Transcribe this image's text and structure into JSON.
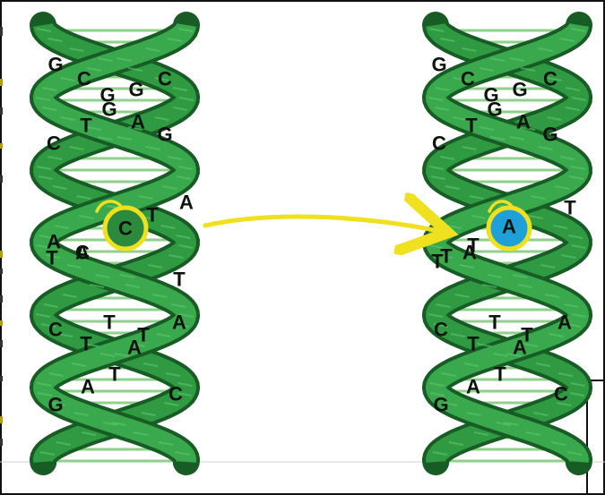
{
  "colors": {
    "background": "#ffffff",
    "frame_border": "#111111",
    "ribbon_dark": "#1c6b2c",
    "ribbon_mid": "#2f9a42",
    "ribbon_light": "#4dbb5c",
    "rung": "#8fd08a",
    "letter": "#0d130c",
    "highlight_ring": "#efe020",
    "arrow": "#efe020",
    "mutated_fill": "#1fa0d8"
  },
  "left_helix": {
    "label": "original-dna",
    "bases": [
      {
        "letter": "G"
      },
      {
        "letter": "C"
      },
      {
        "letter": "G"
      },
      {
        "letter": "G"
      },
      {
        "letter": "C"
      },
      {
        "letter": "C"
      },
      {
        "letter": "T"
      },
      {
        "letter": "G"
      },
      {
        "letter": "A"
      },
      {
        "letter": "G"
      },
      {
        "letter": "A"
      },
      {
        "letter": "C"
      },
      {
        "letter": "T"
      },
      {
        "letter": "A"
      },
      {
        "letter": "T"
      },
      {
        "letter": "A"
      },
      {
        "letter": "T"
      },
      {
        "letter": "C"
      },
      {
        "letter": "T"
      },
      {
        "letter": "A"
      },
      {
        "letter": "T"
      },
      {
        "letter": "T"
      },
      {
        "letter": "A"
      },
      {
        "letter": "G"
      },
      {
        "letter": "A"
      },
      {
        "letter": "T"
      },
      {
        "letter": "C"
      }
    ],
    "highlighted_letter": "C"
  },
  "right_helix": {
    "label": "mutated-dna",
    "bases": [
      {
        "letter": "G"
      },
      {
        "letter": "C"
      },
      {
        "letter": "G"
      },
      {
        "letter": "G"
      },
      {
        "letter": "C"
      },
      {
        "letter": "C"
      },
      {
        "letter": "T"
      },
      {
        "letter": "G"
      },
      {
        "letter": "A"
      },
      {
        "letter": "G"
      },
      {
        "letter": "T"
      },
      {
        "letter": "T"
      },
      {
        "letter": "T"
      },
      {
        "letter": "A"
      },
      {
        "letter": "T"
      },
      {
        "letter": "C"
      },
      {
        "letter": "T"
      },
      {
        "letter": "A"
      },
      {
        "letter": "T"
      },
      {
        "letter": "T"
      },
      {
        "letter": "A"
      },
      {
        "letter": "G"
      },
      {
        "letter": "A"
      },
      {
        "letter": "T"
      },
      {
        "letter": "C"
      }
    ],
    "highlighted_letter": "A"
  }
}
